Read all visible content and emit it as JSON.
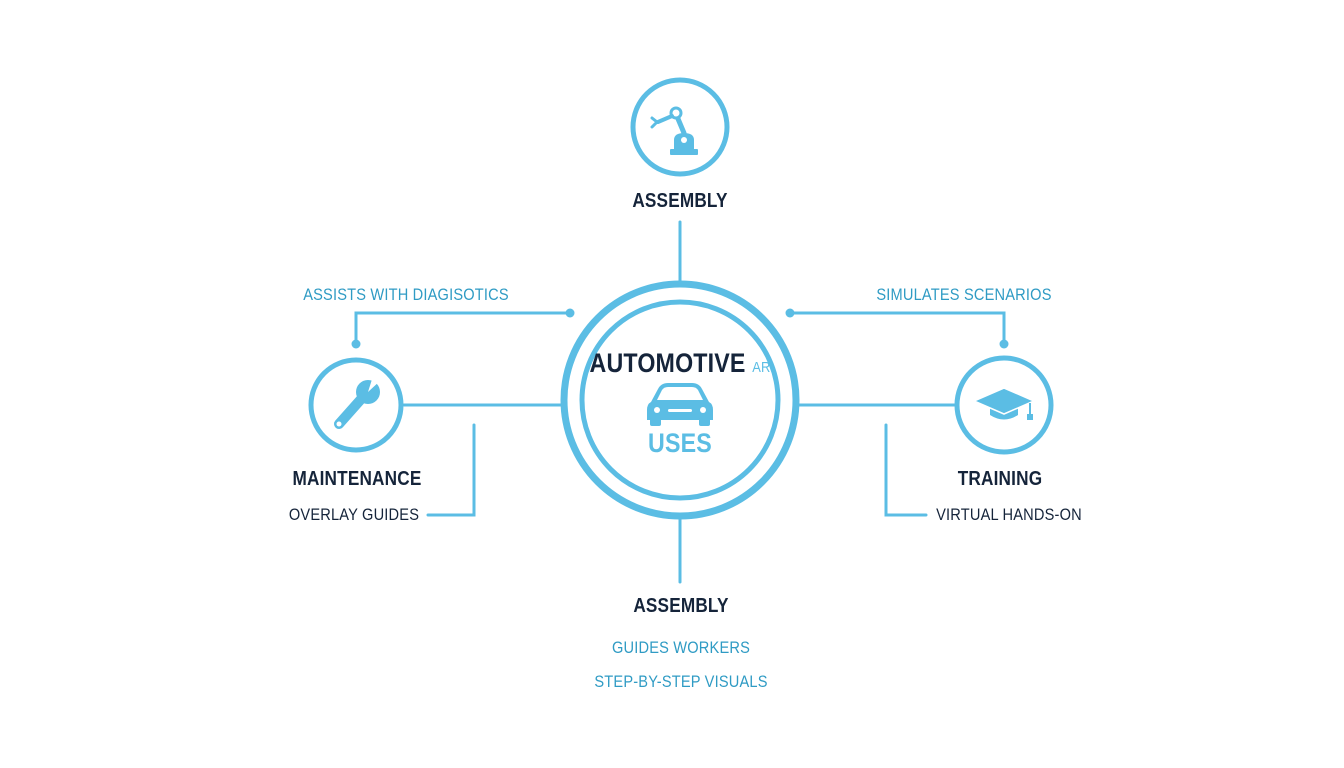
{
  "center": {
    "title": "AUTOMOTIVE",
    "title_suffix": "AR",
    "subtitle": "USES",
    "icon": "car-icon"
  },
  "nodes": {
    "top": {
      "title": "ASSEMBLY",
      "icon": "robot-arm-icon"
    },
    "left": {
      "title": "MAINTENANCE",
      "note": "ASSISTS WITH DIAGISOTICS",
      "detail": "OVERLAY GUIDES",
      "icon": "wrench-icon"
    },
    "right": {
      "title": "TRAINING",
      "note": "SIMULATES SCENARIOS",
      "detail": "VIRTUAL HANDS-ON",
      "icon": "graduation-cap-icon"
    },
    "bottom": {
      "title": "ASSEMBLY",
      "line1": "GUIDES WORKERS",
      "line2": "STEP-BY-STEP VISUALS"
    }
  },
  "colors": {
    "accent": "#5bbde4",
    "text_dark": "#15243a",
    "text_blue": "#2f9bc4"
  }
}
